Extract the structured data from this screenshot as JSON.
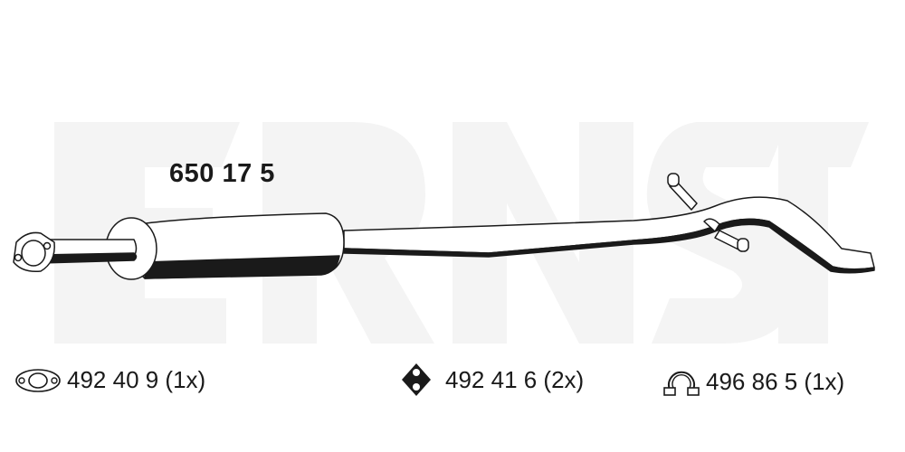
{
  "watermark": "ERNST",
  "part_number": "650 17 5",
  "accessories": [
    {
      "icon": "gasket-icon",
      "label": "492 40 9 (1x)"
    },
    {
      "icon": "rubber-hanger-icon",
      "label": "492 41 6 (2x)"
    },
    {
      "icon": "clamp-icon",
      "label": "496 86 5 (1x)"
    }
  ],
  "colors": {
    "watermark": "#f4f4f4",
    "ink": "#1a1a1a"
  }
}
